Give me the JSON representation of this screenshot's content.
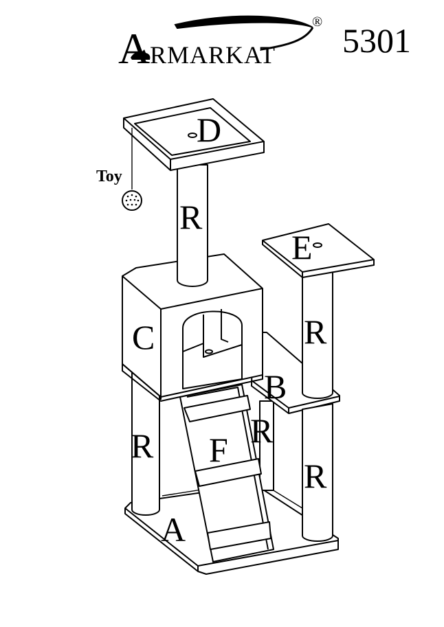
{
  "header": {
    "brand_initial": "A",
    "brand_rest": "RMARKAT",
    "registered_mark": "®",
    "model_number": "5301"
  },
  "labels": {
    "toy": "Toy",
    "part_d": "D",
    "part_e": "E",
    "part_c": "C",
    "part_b": "B",
    "part_f": "F",
    "part_a": "A",
    "post_r": "R"
  },
  "colors": {
    "line": "#000000",
    "background": "#ffffff"
  },
  "icons": {
    "brand_logo": "armarkat-cat-logo-icon",
    "toy_ball": "hanging-ball-toy-icon"
  }
}
